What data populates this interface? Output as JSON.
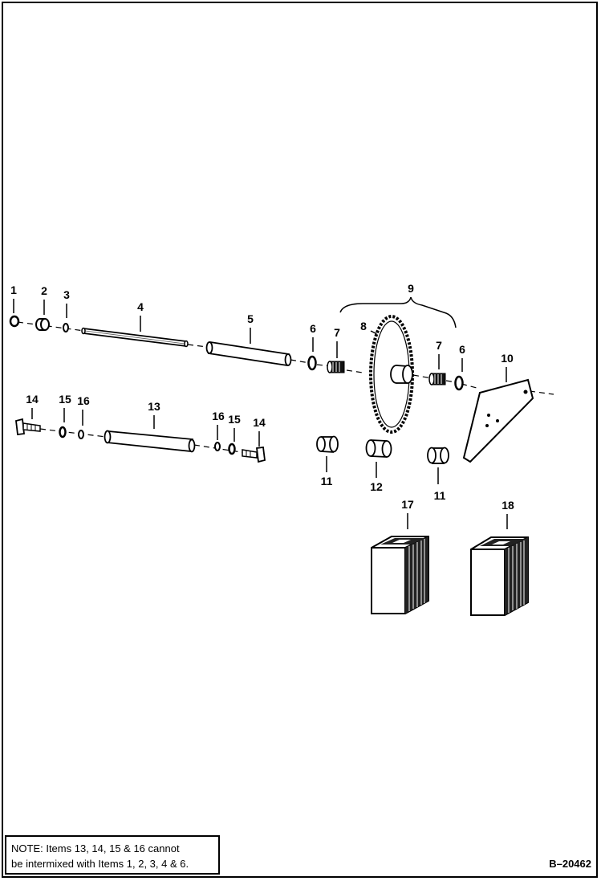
{
  "callouts": {
    "c1": "1",
    "c2": "2",
    "c3": "3",
    "c4": "4",
    "c5": "5",
    "c6a": "6",
    "c7a": "7",
    "c8": "8",
    "c9": "9",
    "c7b": "7",
    "c6b": "6",
    "c10": "10",
    "c14a": "14",
    "c15a": "15",
    "c16a": "16",
    "c13": "13",
    "c16b": "16",
    "c15b": "15",
    "c14b": "14",
    "c11a": "11",
    "c12": "12",
    "c11b": "11",
    "c17": "17",
    "c18": "18"
  },
  "note": {
    "line1": "NOTE: Items 13, 14, 15 & 16 cannot",
    "line2": "be intermixed with Items 1, 2, 3, 4 & 6."
  },
  "figure_number": "B–20462"
}
